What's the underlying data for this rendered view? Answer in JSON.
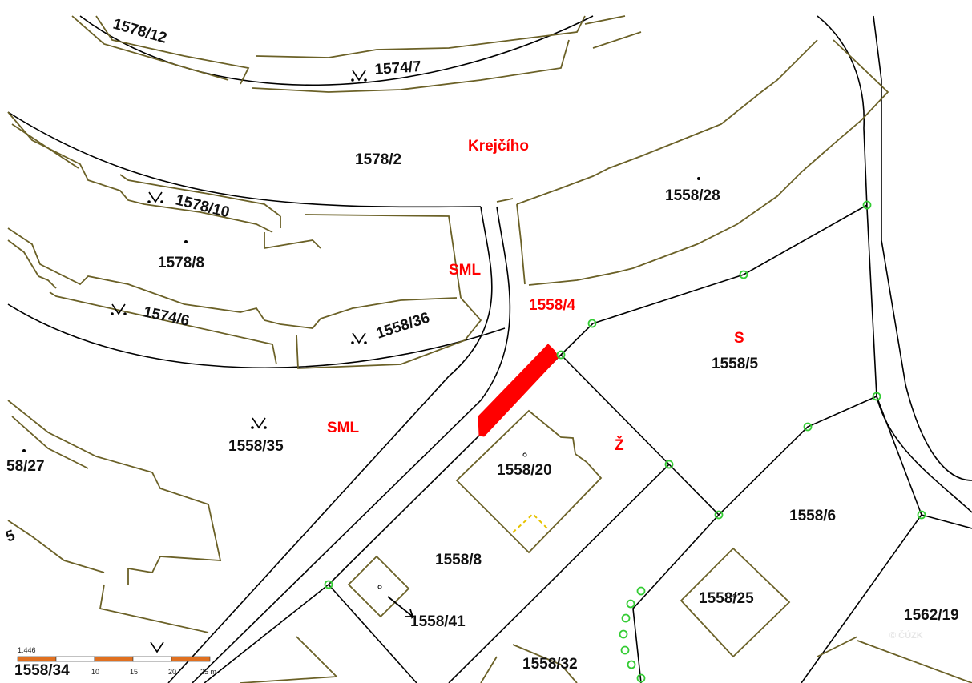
{
  "map": {
    "parcels": [
      "1578/12",
      "1574/7",
      "1578/2",
      "1578/10",
      "1578/8",
      "1574/6",
      "1558/36",
      "1558/28",
      "1558/5",
      "1558/35",
      "58/27",
      "1558/20",
      "1558/8",
      "1558/41",
      "1558/25",
      "1558/6",
      "1562/19",
      "1558/34",
      "1558/32",
      "5"
    ],
    "streets": [
      "Krejčího"
    ],
    "ownership_codes": [
      "SML",
      "SML",
      "S",
      "Ž"
    ],
    "highlighted_parcel": "1558/4",
    "scale": {
      "ratio": "1:446",
      "ticks": [
        "10",
        "15",
        "20",
        "25 m"
      ]
    },
    "watermark": "© ČÚZK",
    "colors": {
      "building_outline": "#6b6127",
      "parcel_line": "#000000",
      "highlight": "#ff0000",
      "label_red": "#ff0000",
      "survey_point": "#33cc33"
    }
  }
}
